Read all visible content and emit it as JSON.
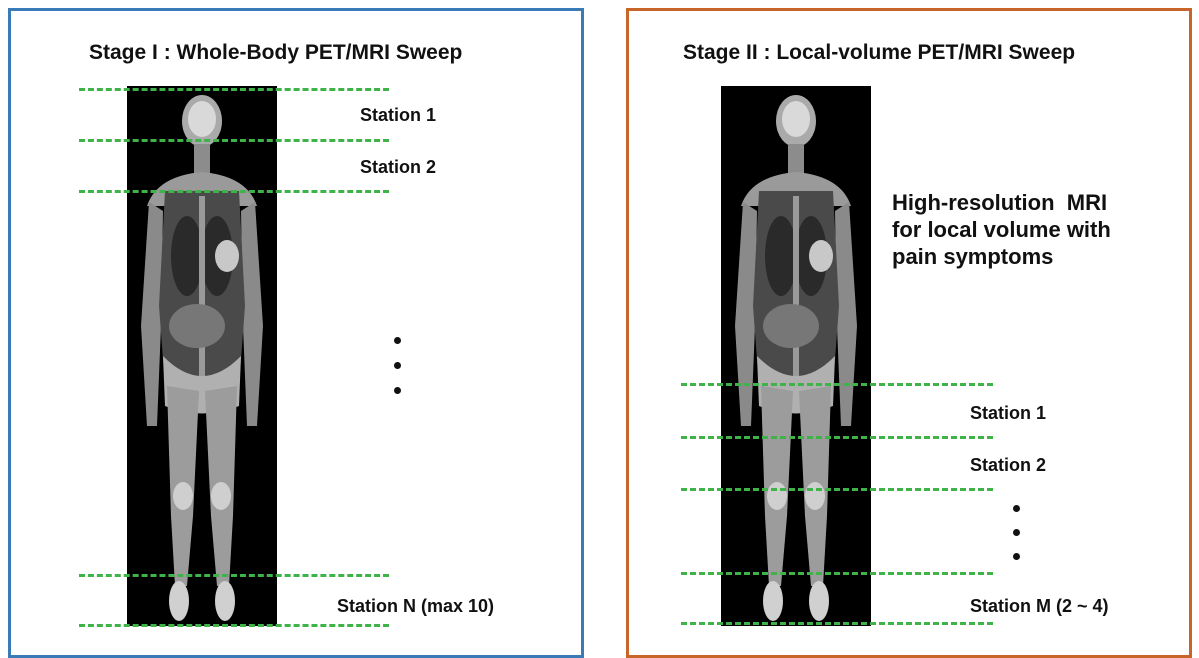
{
  "stage1": {
    "title": "Stage I : Whole-Body PET/MRI Sweep",
    "stations": [
      "Station 1",
      "Station 2",
      "Station N (max 10)"
    ]
  },
  "stage2": {
    "title": "Stage II : Local-volume PET/MRI Sweep",
    "note": [
      "High-resolution  MRI",
      "for local volume with",
      "pain symptoms"
    ],
    "stations": [
      "Station 1",
      "Station 2",
      "Station M (2 ~ 4)"
    ]
  },
  "colors": {
    "stage1_border": "#3a7ab7",
    "stage2_border": "#c8662a",
    "station_line": "#3db34a"
  },
  "icons": [
    "whole-body-mri-scan-image"
  ]
}
